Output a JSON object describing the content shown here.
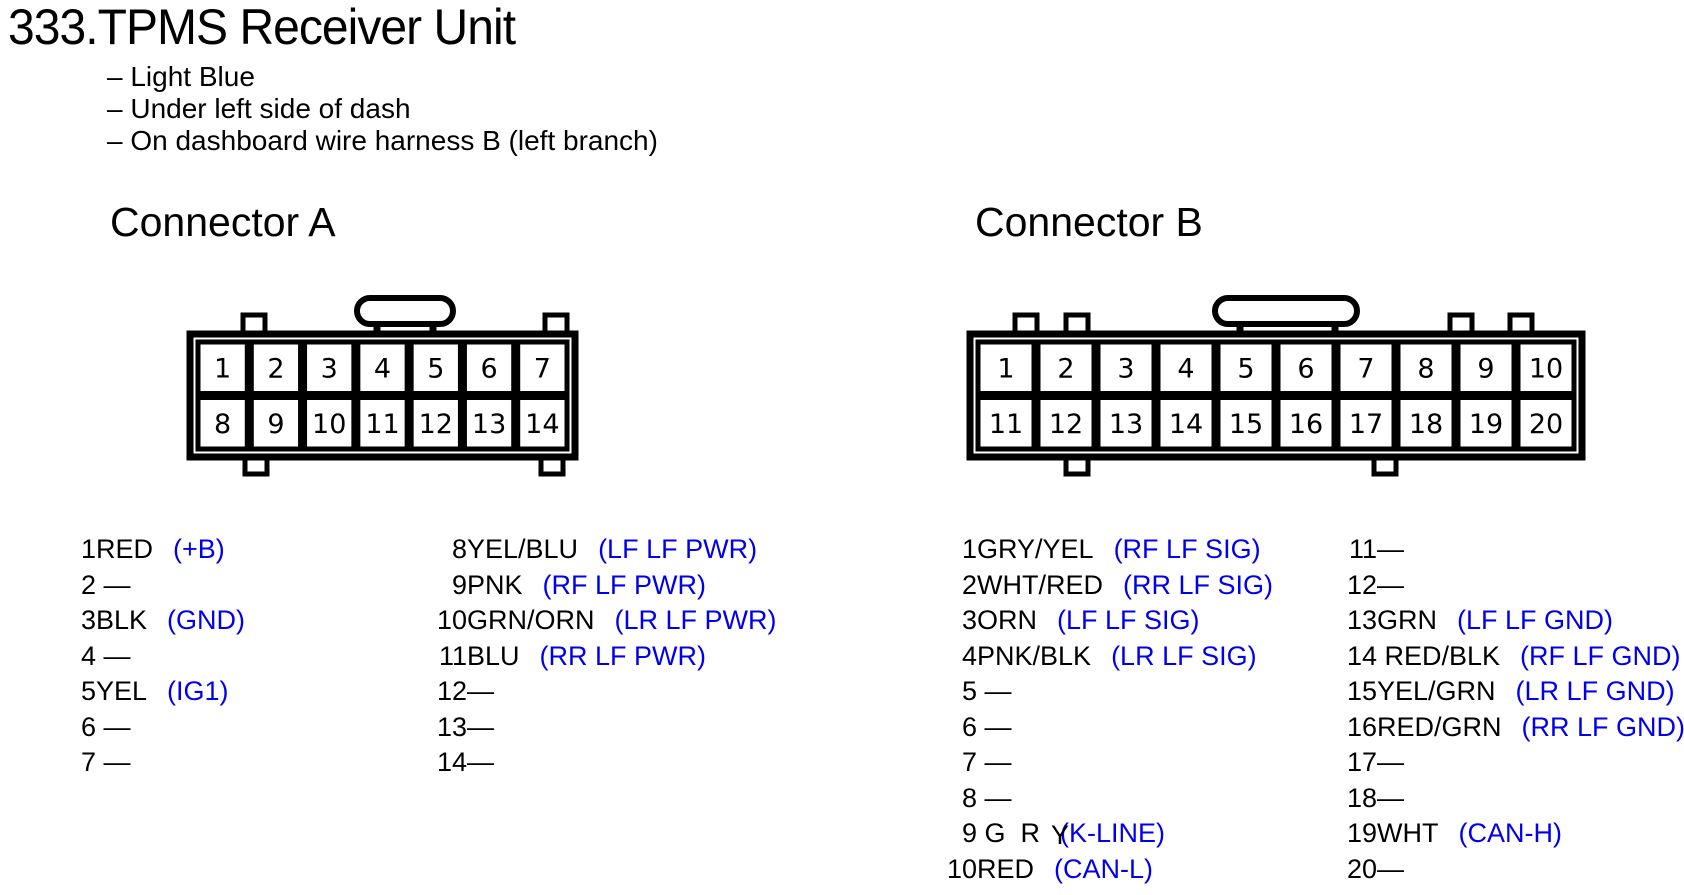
{
  "page": {
    "title": "333.TPMS Receiver Unit",
    "notes": [
      "– Light Blue",
      "– Under left side of dash",
      "– On dashboard wire harness B (left branch)"
    ]
  },
  "colors": {
    "function_label_blue": "#0000EE",
    "diagram_black": "#000000"
  },
  "connector_a": {
    "heading": "Connector A",
    "pin_grid": [
      [
        "1",
        "2",
        "3",
        "4",
        "5",
        "6",
        "7"
      ],
      [
        "8",
        "9",
        "10",
        "11",
        "12",
        "13",
        "14"
      ]
    ],
    "pin_list_left": [
      {
        "num": "1",
        "wire": "RED",
        "fn": "(+B)"
      },
      {
        "num": "2",
        "wire": " —"
      },
      {
        "num": "3",
        "wire": "BLK",
        "fn": "(GND)"
      },
      {
        "num": "4",
        "wire": " —"
      },
      {
        "num": "5",
        "wire": "YEL",
        "fn": "(IG1)"
      },
      {
        "num": "6",
        "wire": " —"
      },
      {
        "num": "7",
        "wire": " —"
      }
    ],
    "pin_list_right": [
      {
        "num": "8",
        "wire": "YEL/BLU",
        "fn": "(LF LF PWR)"
      },
      {
        "num": "9",
        "wire": "PNK",
        "fn": "(RF LF PWR)"
      },
      {
        "num": "10",
        "wire": "GRN/ORN",
        "fn": "(LR LF PWR)"
      },
      {
        "num": "11",
        "wire": "BLU",
        "fn": "(RR LF PWR)"
      },
      {
        "num": "12",
        "wire": "—"
      },
      {
        "num": "13",
        "wire": "—"
      },
      {
        "num": "14",
        "wire": "—"
      }
    ]
  },
  "connector_b": {
    "heading": "Connector B",
    "pin_grid": [
      [
        "1",
        "2",
        "3",
        "4",
        "5",
        "6",
        "7",
        "8",
        "9",
        "10"
      ],
      [
        "11",
        "12",
        "13",
        "14",
        "15",
        "16",
        "17",
        "18",
        "19",
        "20"
      ]
    ],
    "pin_list_left": [
      {
        "num": "1",
        "wire": "GRY/YEL",
        "fn": "(RF LF SIG)"
      },
      {
        "num": "2",
        "wire": "WHT/RED",
        "fn": "(RR LF SIG)"
      },
      {
        "num": "3",
        "wire": "ORN",
        "fn": "(LF LF SIG)"
      },
      {
        "num": "4",
        "wire": "PNK/BLK",
        "fn": "(LR LF SIG)"
      },
      {
        "num": "5",
        "wire": " —"
      },
      {
        "num": "6",
        "wire": " —"
      },
      {
        "num": "7",
        "wire": " —"
      },
      {
        "num": "8",
        "wire": " —"
      },
      {
        "num": "9",
        "wire": " G  R",
        "fn": "(K-LINE)",
        "overlay": "Y"
      },
      {
        "num": "10",
        "wire": "RED",
        "fn": "(CAN-L)"
      }
    ],
    "pin_list_right": [
      {
        "num": "11",
        "wire": "—"
      },
      {
        "num": "12",
        "wire": "—"
      },
      {
        "num": "13",
        "wire": "GRN",
        "fn": "(LF LF GND)"
      },
      {
        "num": "14",
        "wire": " RED/BLK",
        "fn": "(RF LF GND)"
      },
      {
        "num": "15",
        "wire": "YEL/GRN",
        "fn": "(LR LF GND)"
      },
      {
        "num": "16",
        "wire": "RED/GRN",
        "fn": "(RR LF GND)"
      },
      {
        "num": "17",
        "wire": "—"
      },
      {
        "num": "18",
        "wire": "—"
      },
      {
        "num": "19",
        "wire": "WHT",
        "fn": "(CAN-H)"
      },
      {
        "num": "20",
        "wire": "—"
      }
    ]
  }
}
